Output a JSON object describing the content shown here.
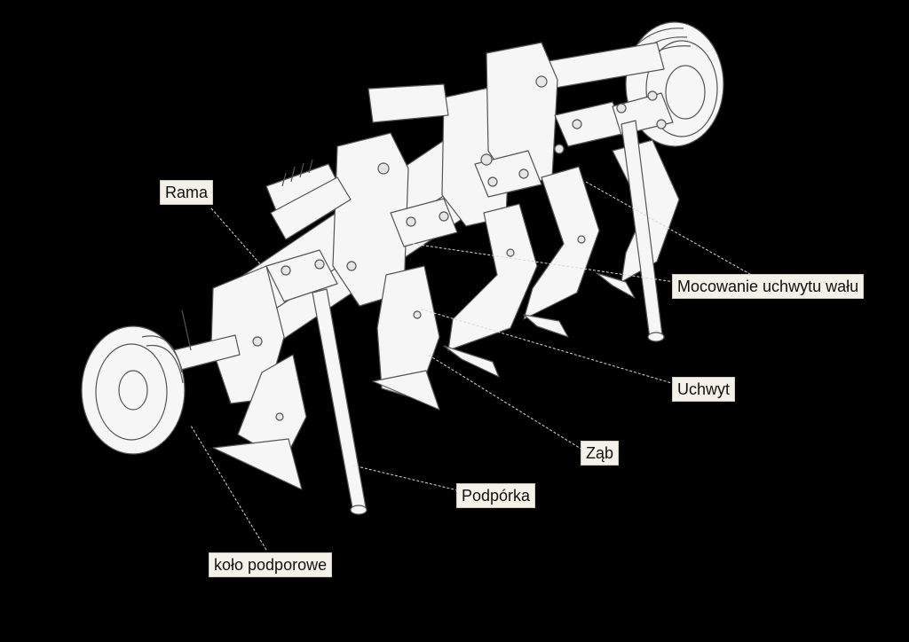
{
  "colors": {
    "background": "#000000",
    "drawing_fill": "#f6f6f6",
    "drawing_line": "#555555",
    "label_bg": "#f4f1e8",
    "leader_line": "#d8d8d8"
  },
  "labels": {
    "rama": "Rama",
    "mocowanie": "Mocowanie uchwytu wału",
    "uchwyt": "Uchwyt",
    "zab": "Ząb",
    "podporka": "Podpórka",
    "kolo": "koło podporowe"
  }
}
